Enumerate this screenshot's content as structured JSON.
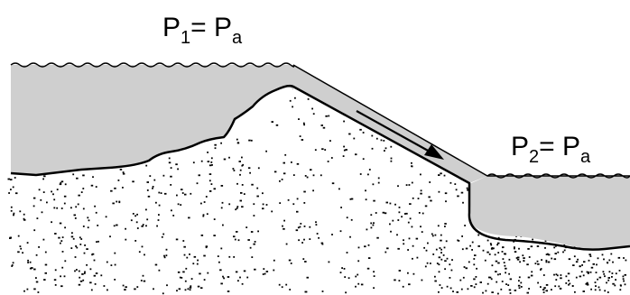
{
  "labels": {
    "upstream": {
      "sym": "P",
      "sub": "1",
      "eq": "= P",
      "rhs_sub": "a"
    },
    "downstream": {
      "sym": "P",
      "sub": "2",
      "eq": "= P",
      "rhs_sub": "a"
    }
  },
  "colors": {
    "water": "#cfcfcf",
    "outline": "#000000",
    "sediment_dots": "#000000",
    "background": "#ffffff"
  },
  "flow_direction": "down-slope"
}
